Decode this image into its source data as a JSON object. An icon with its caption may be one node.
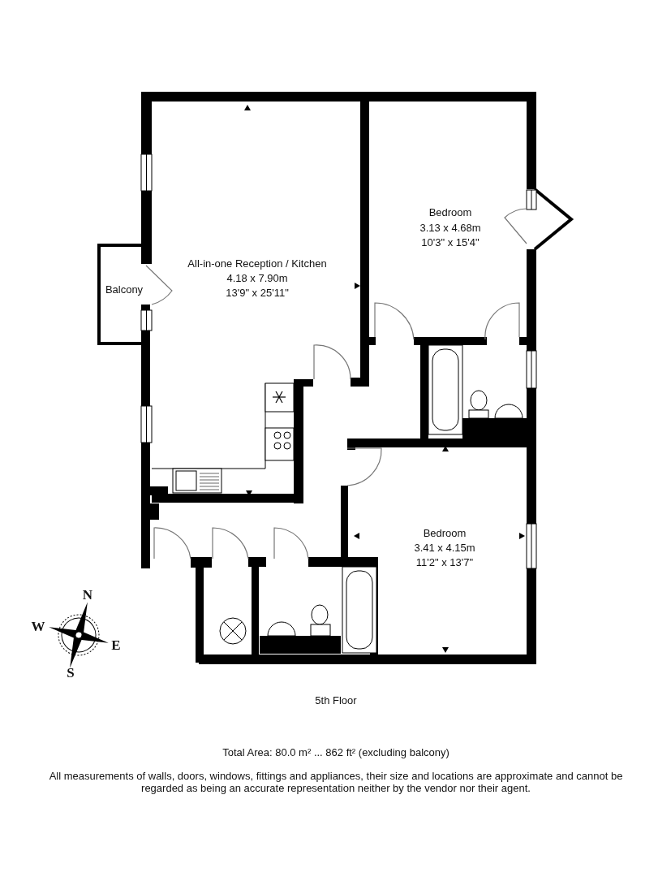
{
  "diagram": {
    "caption": "5th Floor",
    "labels": [
      "All-in-one Reception / Kitchen",
      "4.18 x 7.90m",
      "13'9\" x 25'11\"",
      "Balcony",
      "Bedroom",
      "3.13 x 4.68m",
      "10'3\" x 15'4\"",
      "Bedroom",
      "3.41 x 4.15m",
      "11'2\" x 13'7\"",
      "N",
      "W",
      "E",
      "S",
      "Total Area: 80.0 m² ... 862 ft² (excluding balcony)",
      "All measurements of walls, doors, windows, fittings and appliances, their size and locations are approximate and cannot be regarded as being an accurate representation neither by the vendor nor their agent."
    ]
  }
}
